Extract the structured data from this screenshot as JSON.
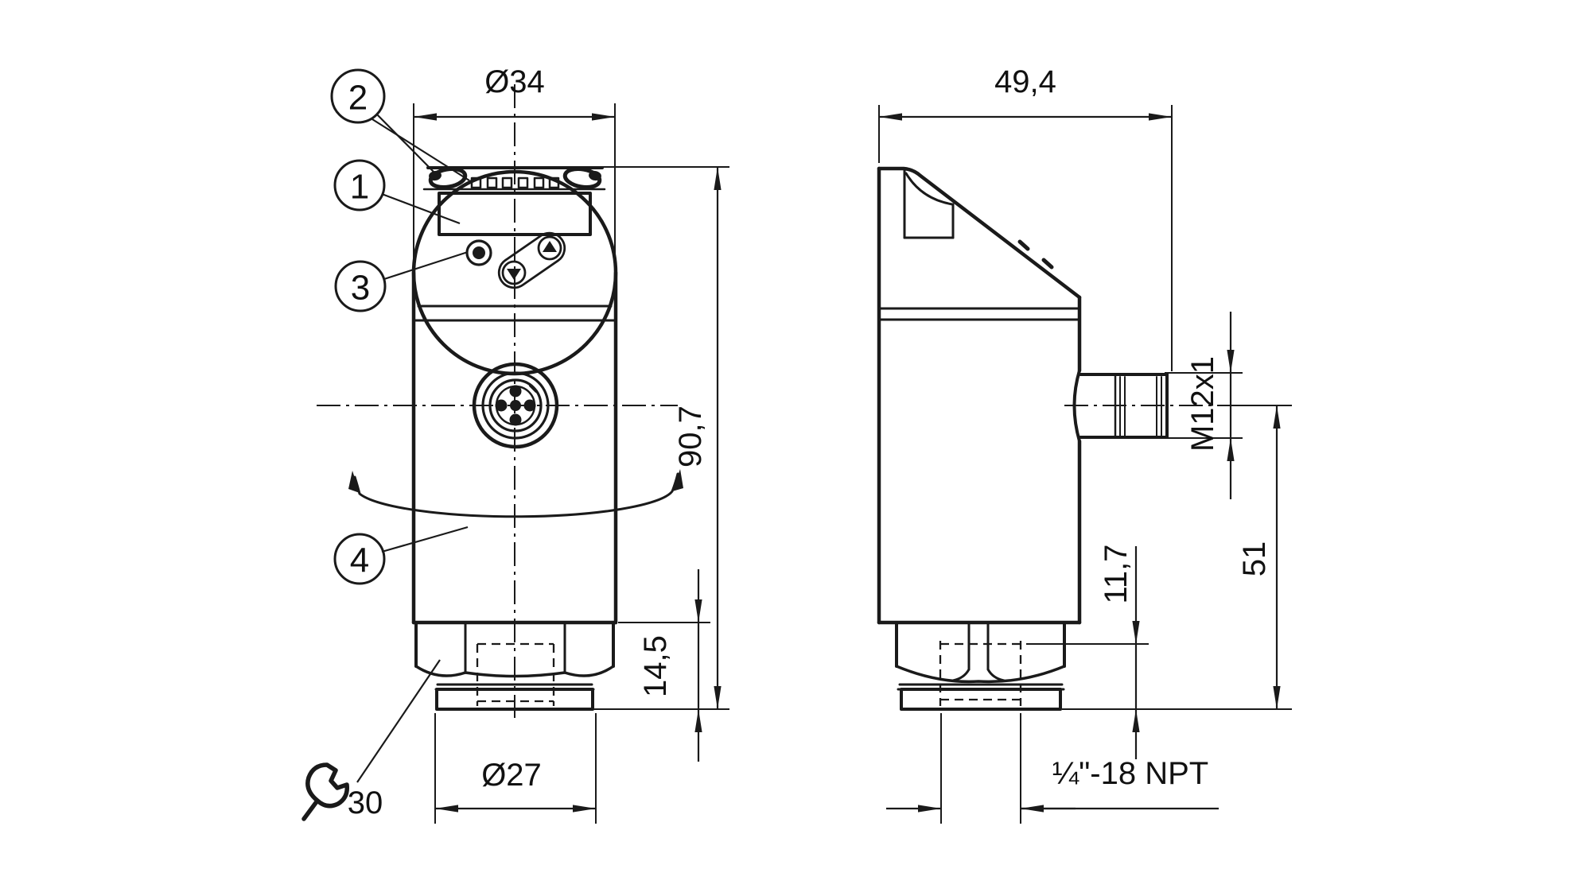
{
  "drawing_type": "dimensional technical drawing, pressure sensor, front and side view",
  "colors": {
    "line": "#1a1a1a",
    "background": "#ffffff",
    "text": "#111111"
  },
  "front_view": {
    "dim_head_diameter": "Ø34",
    "dim_overall_height": "90,7",
    "dim_lower_section_height": "14,5",
    "dim_seal_diameter": "Ø27",
    "wrench_size": "30",
    "callout_display": "1",
    "callout_leds": "2",
    "callout_buttons": "3",
    "callout_rotation": "4"
  },
  "side_view": {
    "dim_depth": "49,4",
    "connector_thread": "M12x1",
    "dim_connector_axis_height": "51",
    "dim_thread_depth": "11,7",
    "process_connection": "¼\"-18 NPT"
  }
}
